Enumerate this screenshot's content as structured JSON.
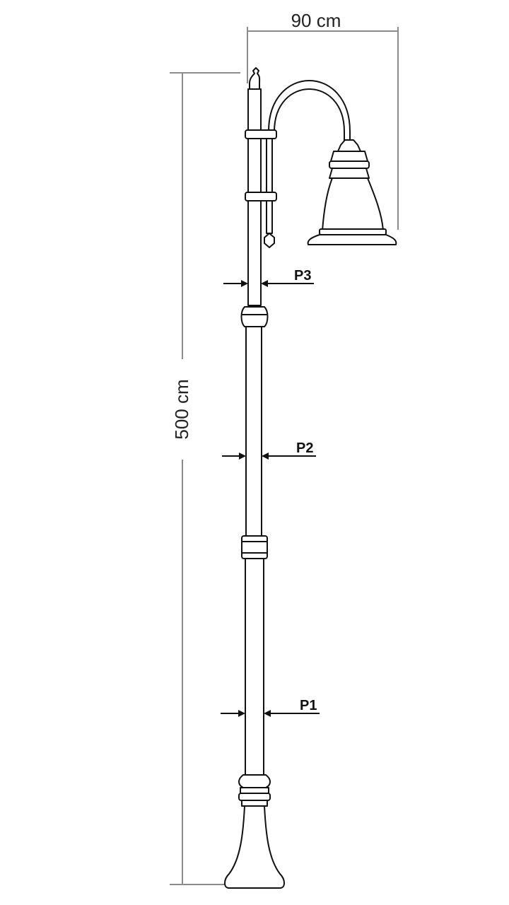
{
  "dimensions": {
    "width_label": "90 cm",
    "height_label": "500 cm"
  },
  "pole_diameters": [
    {
      "label": "P3"
    },
    {
      "label": "P2"
    },
    {
      "label": "P1"
    }
  ]
}
